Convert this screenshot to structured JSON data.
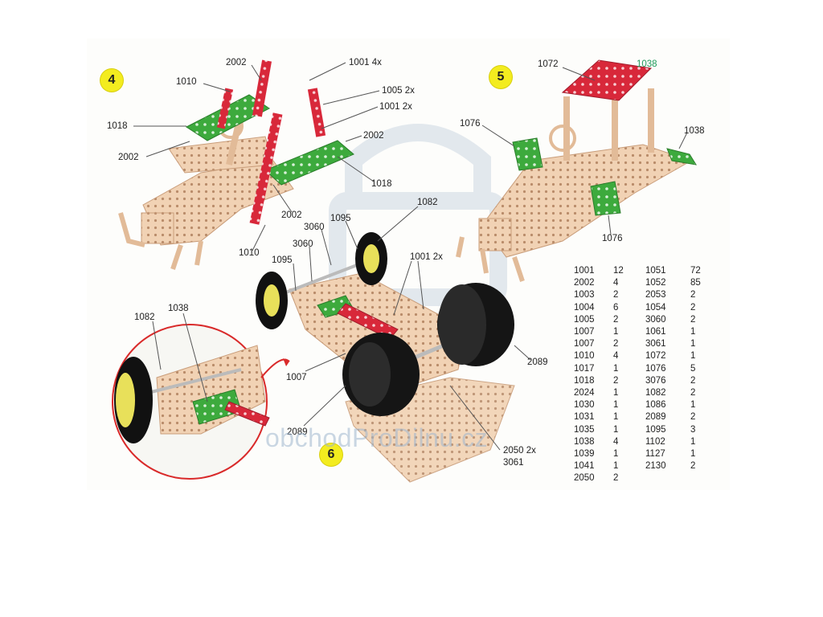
{
  "steps": {
    "s4": "4",
    "s5": "5",
    "s6": "6"
  },
  "labels": {
    "a2002_top": "2002",
    "a1001_4x": "1001 4x",
    "a1010_top": "1010",
    "a1005_2x": "1005 2x",
    "a1001_2x_top": "1001 2x",
    "a1018_left": "1018",
    "a2002_right": "2002",
    "a2002_left": "2002",
    "a1018_right": "1018",
    "a2002_bottom": "2002",
    "a1010_bottom": "1010",
    "a1072": "1072",
    "a1038_top": "1038",
    "a1076_left": "1076",
    "a1038_right": "1038",
    "a1076_bottom": "1076",
    "a1082_top": "1082",
    "a1095_right": "1095",
    "a3060_a": "3060",
    "a3060_b": "3060",
    "a1095_left": "1095",
    "a1001_2x_mid": "1001 2x",
    "a1082_detail": "1082",
    "a1038_detail": "1038",
    "a1007": "1007",
    "a2089_right": "2089",
    "a2089_bottom": "2089",
    "a2050_2x": "2050 2x",
    "a3061": "3061"
  },
  "parts_list": [
    [
      "1001",
      "12",
      "1051",
      "72"
    ],
    [
      "2002",
      "4",
      "1052",
      "85"
    ],
    [
      "1003",
      "2",
      "2053",
      "2"
    ],
    [
      "1004",
      "6",
      "1054",
      "2"
    ],
    [
      "1005",
      "2",
      "3060",
      "2"
    ],
    [
      "1007",
      "1",
      "1061",
      "1"
    ],
    [
      "1007",
      "2",
      "3061",
      "1"
    ],
    [
      "1010",
      "4",
      "1072",
      "1"
    ],
    [
      "1017",
      "1",
      "1076",
      "5"
    ],
    [
      "1018",
      "2",
      "3076",
      "2"
    ],
    [
      "2024",
      "1",
      "1082",
      "2"
    ],
    [
      "1030",
      "1",
      "1086",
      "1"
    ],
    [
      "1031",
      "1",
      "2089",
      "2"
    ],
    [
      "1035",
      "1",
      "1095",
      "3"
    ],
    [
      "1038",
      "4",
      "1102",
      "1"
    ],
    [
      "1039",
      "1",
      "1127",
      "1"
    ],
    [
      "1041",
      "1",
      "2130",
      "2"
    ],
    [
      "2050",
      "2",
      "",
      ""
    ]
  ],
  "watermark": "obchodProDilnu.cz",
  "colors": {
    "frame": "#f1d2b4",
    "green_plate": "#3daa3d",
    "red_plate": "#d8283a",
    "step_badge": "#f3ec1f",
    "tire": "#111111",
    "hub": "#e8e05a"
  }
}
